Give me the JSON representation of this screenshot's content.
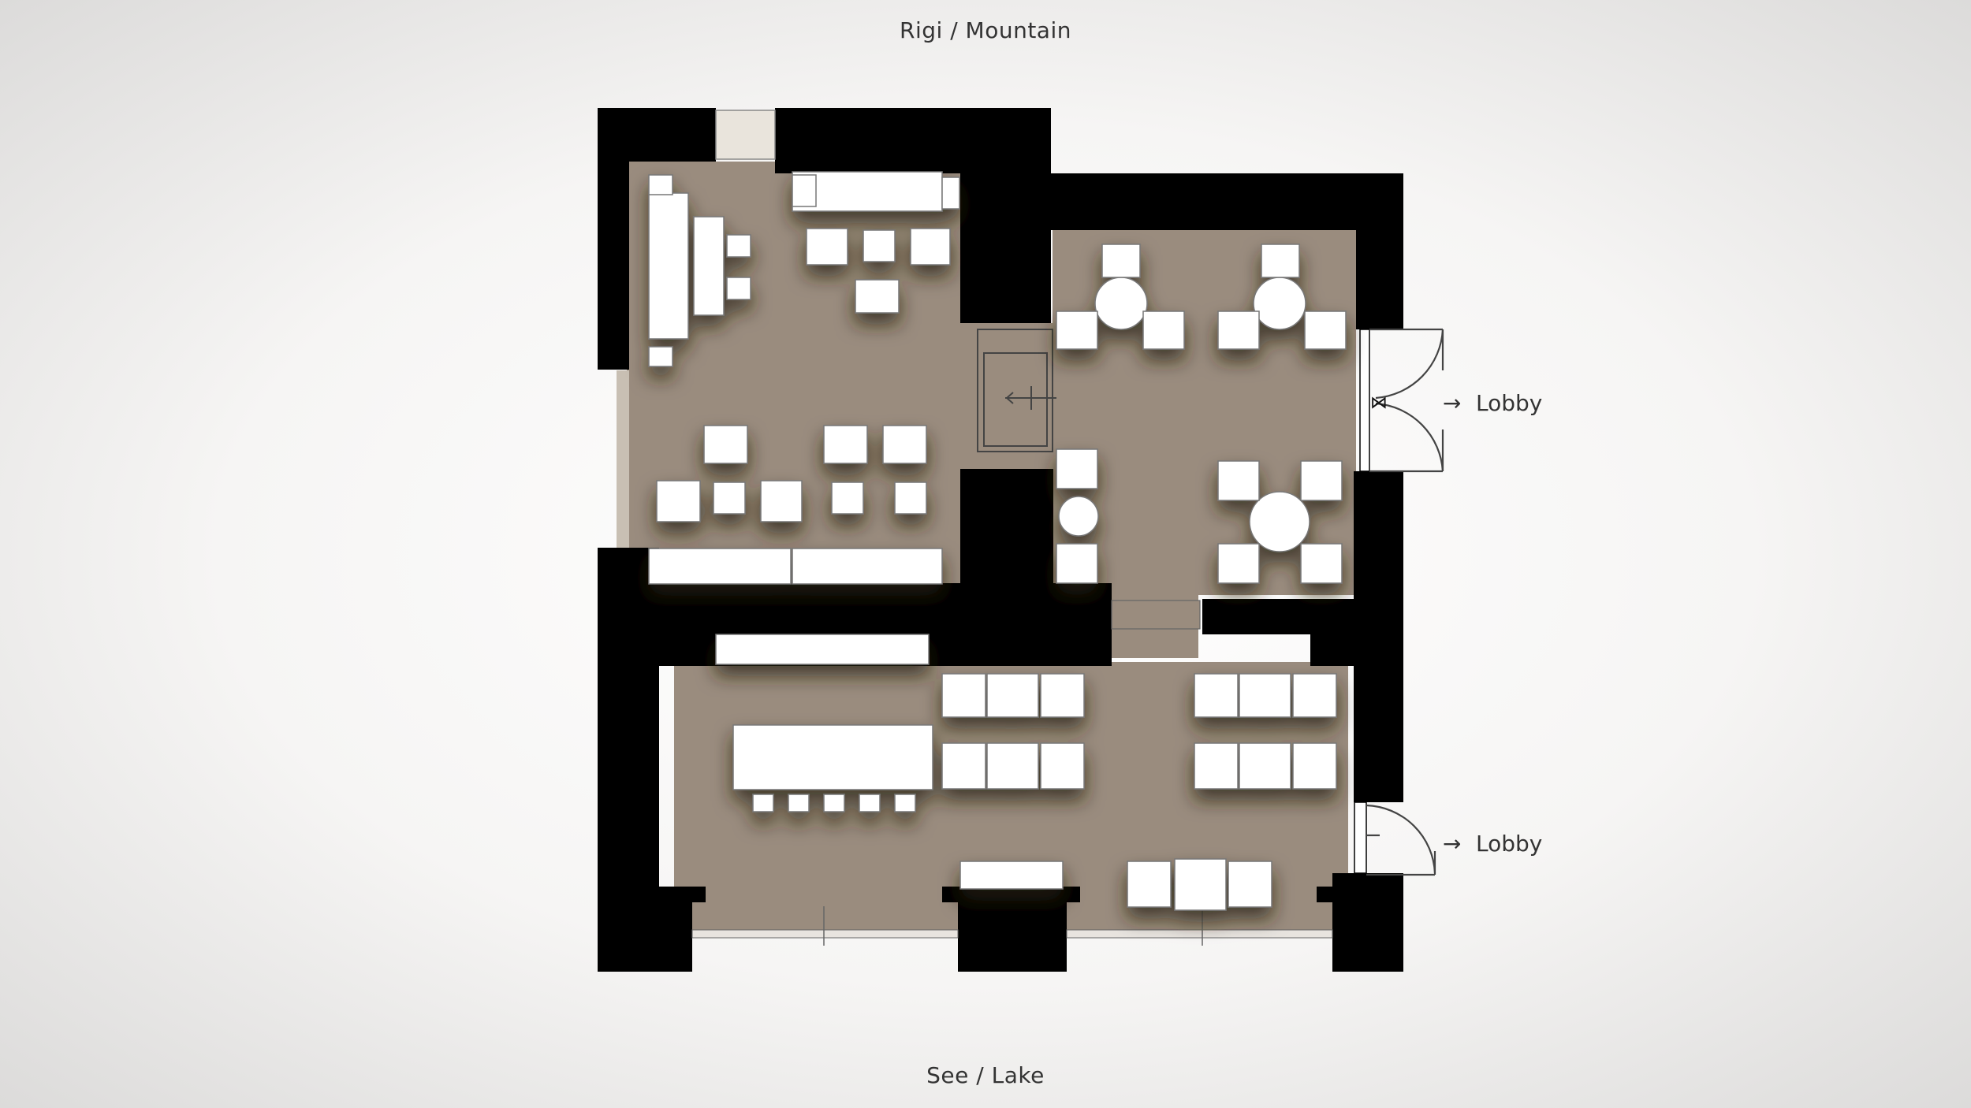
{
  "orientation": {
    "top": "Rigi / Mountain",
    "bottom": "See / Lake"
  },
  "exits": [
    {
      "label": "Lobby",
      "arrow": "→"
    },
    {
      "label": "Lobby",
      "arrow": "→"
    }
  ],
  "colors": {
    "wall": "#000000",
    "floor": "#9a8c7e",
    "furniture": "#ffffff",
    "line": "#333333"
  }
}
